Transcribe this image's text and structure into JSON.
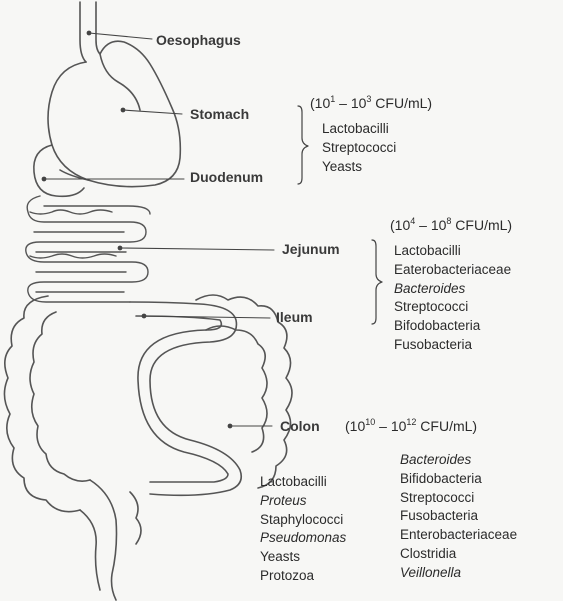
{
  "labels": {
    "oesophagus": "Oesophagus",
    "stomach": "Stomach",
    "duodenum": "Duodenum",
    "jejunum": "Jejunum",
    "ileum": "Ileum",
    "colon": "Colon"
  },
  "upper": {
    "count": {
      "open": "(10",
      "exp1": "1",
      "mid": " – 10",
      "exp2": "3",
      "unit": " CFU/mL)"
    },
    "items": [
      "Lactobacilli",
      "Streptococci",
      "Yeasts"
    ]
  },
  "middle": {
    "count": {
      "open": "(10",
      "exp1": "4",
      "mid": " – 10",
      "exp2": "8",
      "unit": " CFU/mL)"
    },
    "items": [
      "Lactobacilli",
      "Eaterobacteriaceae",
      "Bacteroides",
      "Streptococci",
      "Bifodobacteria",
      "Fusobacteria"
    ]
  },
  "colon": {
    "count": {
      "open": "(10",
      "exp1": "10",
      "mid": " – 10",
      "exp2": "12",
      "unit": " CFU/mL)"
    },
    "items_left": [
      "Lactobacilli",
      "Proteus",
      "Staphylococci",
      "Pseudomonas",
      "Yeasts",
      "Protozoa"
    ],
    "items_right": [
      "Bacteroides",
      "Bifidobacteria",
      "Streptococci",
      "Fusobacteria",
      "Enterobacteriaceae",
      "Clostridia",
      "Veillonella"
    ]
  },
  "colors": {
    "line": "#555555",
    "text": "#2b2b2b",
    "background": "#f7f7f5"
  },
  "icons": [
    "gi-tract-diagram"
  ]
}
